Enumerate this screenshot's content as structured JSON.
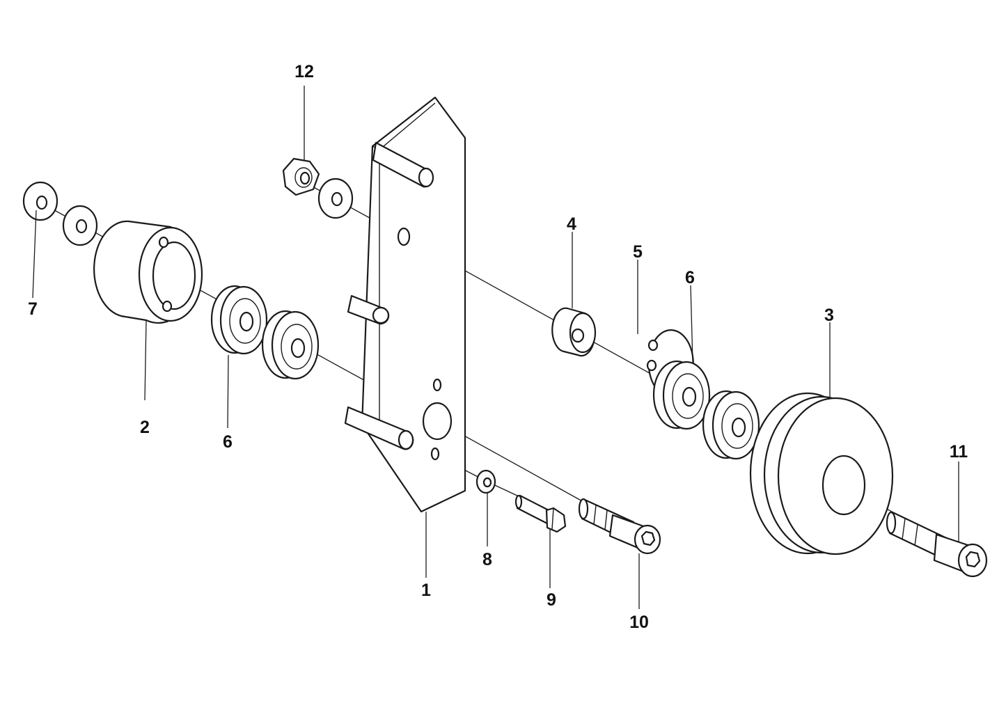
{
  "callouts": {
    "c1": "1",
    "c2": "2",
    "c3": "3",
    "c4": "4",
    "c5": "5",
    "c6a": "6",
    "c6b": "6",
    "c7": "7",
    "c8": "8",
    "c9": "9",
    "c10": "10",
    "c11": "11",
    "c12": "12"
  }
}
